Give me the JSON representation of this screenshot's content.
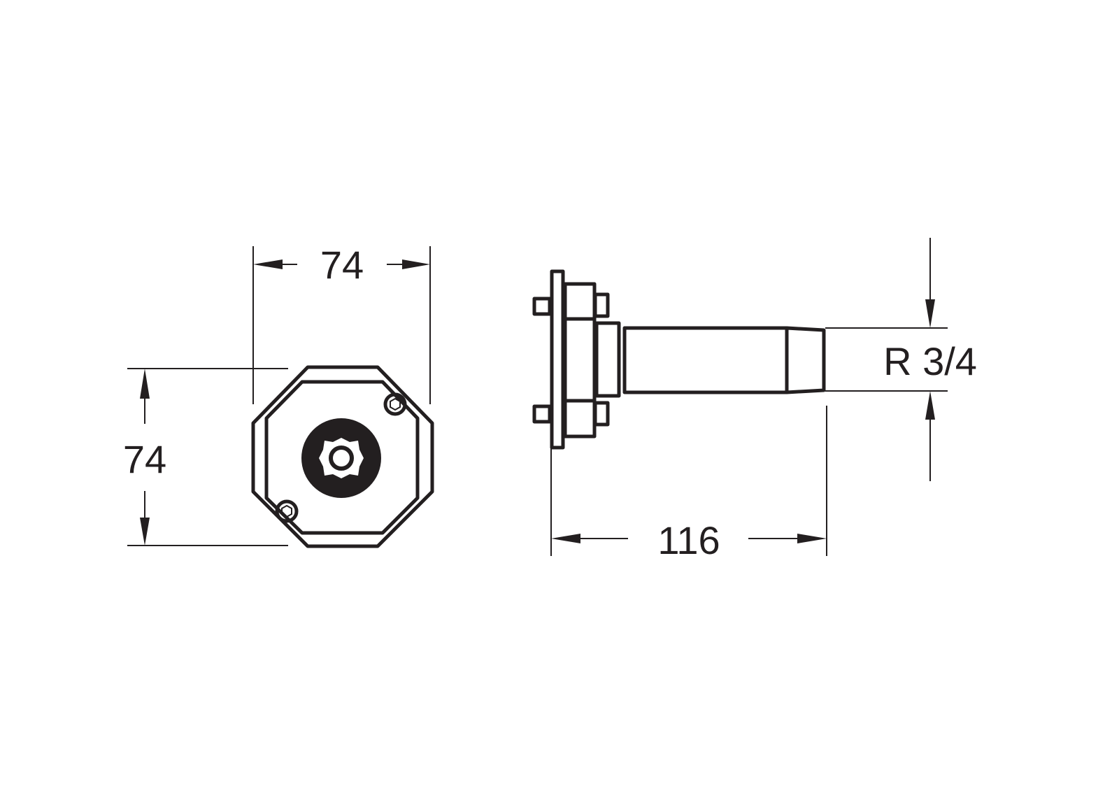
{
  "drawing": {
    "front_view": {
      "width_dimension": "74",
      "height_dimension": "74"
    },
    "side_view": {
      "length_dimension": "116",
      "thread_label": "R 3/4"
    },
    "colors": {
      "line": "#231f20",
      "background": "#ffffff"
    }
  }
}
